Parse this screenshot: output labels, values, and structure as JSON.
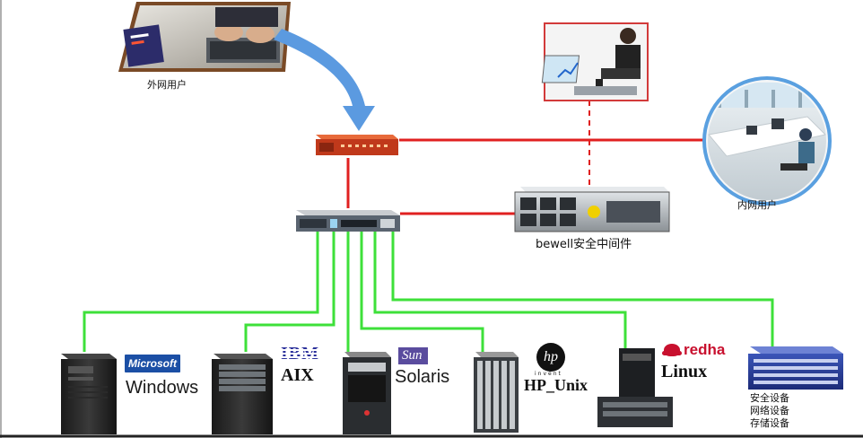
{
  "labels": {
    "external_users": "外网用户",
    "internal_users": "内网用户",
    "middleware": "bewell安全中间件"
  },
  "platforms": [
    {
      "name": "Windows",
      "logo": "Microsoft"
    },
    {
      "name": "AIX",
      "logo": "IBM"
    },
    {
      "name": "Solaris",
      "logo": "Sun"
    },
    {
      "name": "HP_Unix",
      "logo": "hp",
      "logo_sub": "invent"
    },
    {
      "name": "Linux",
      "logo": "redha"
    }
  ],
  "storage": {
    "lines": [
      "安全设备",
      "网络设备",
      "存储设备"
    ]
  },
  "colors": {
    "red_link": "#e02020",
    "green_link": "#3ee03a",
    "arrow": "#5b9ae0",
    "frame_border": "#d23a3a"
  },
  "icons": [
    "laptop-typing-photo",
    "firewall-device-icon",
    "switch-device-icon",
    "rack-server-icon",
    "businessman-laptop-photo",
    "office-users-photo",
    "tower-server-icon",
    "blade-server-icon",
    "storage-array-icon"
  ]
}
